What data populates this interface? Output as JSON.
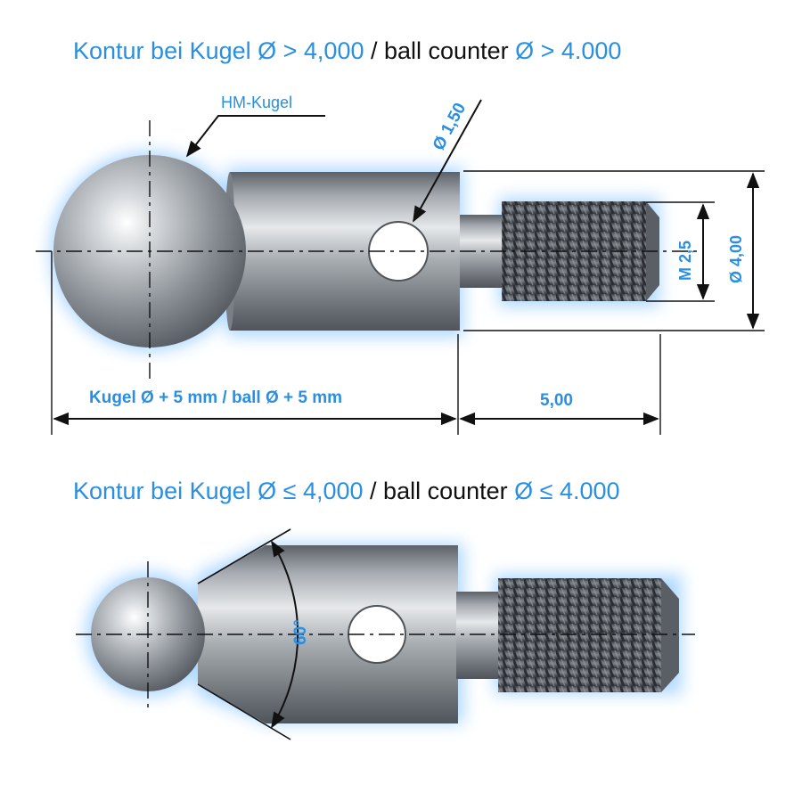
{
  "top_title": {
    "de": "Kontur bei Kugel Ø > 4,000",
    "sep": " / ",
    "en": "ball counter",
    "en_value": "Ø > 4.000"
  },
  "bottom_title": {
    "de": "Kontur bei Kugel Ø ≤ 4,000",
    "sep": " / ",
    "en": "ball counter",
    "en_value": "Ø ≤ 4.000"
  },
  "labels": {
    "hm_kugel": "HM-Kugel",
    "hole_dia": "Ø 1,50",
    "thread": "M 2,5",
    "outer_dia": "Ø 4,00",
    "length_ball": "Kugel Ø + 5 mm / ball Ø + 5 mm",
    "length_thread": "5,00",
    "angle": "60°"
  },
  "colors": {
    "accent": "#2a8fe0",
    "glow": "#bfe0ff",
    "steel": "#8e949a"
  }
}
